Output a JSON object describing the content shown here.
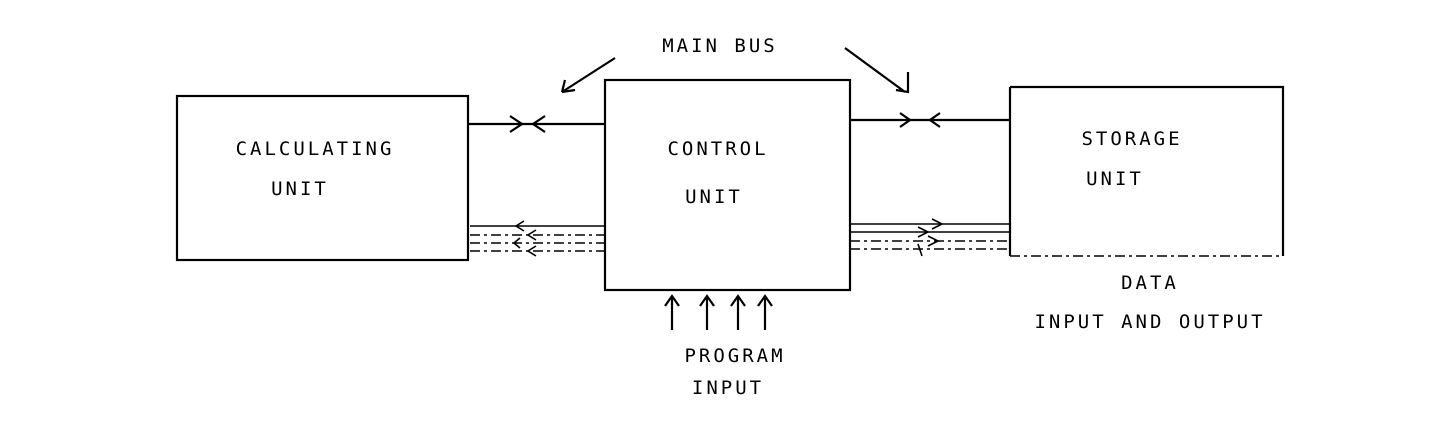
{
  "title_label": "MAIN BUS",
  "units": {
    "calculating": {
      "line1": "CALCULATING",
      "line2": "UNIT"
    },
    "control": {
      "line1": "CONTROL",
      "line2": "UNIT"
    },
    "storage": {
      "line1": "STORAGE",
      "line2": "UNIT"
    }
  },
  "program_input": {
    "line1": "PROGRAM",
    "line2": "INPUT"
  },
  "data_io": {
    "line1": "DATA",
    "line2": "INPUT AND OUTPUT"
  }
}
